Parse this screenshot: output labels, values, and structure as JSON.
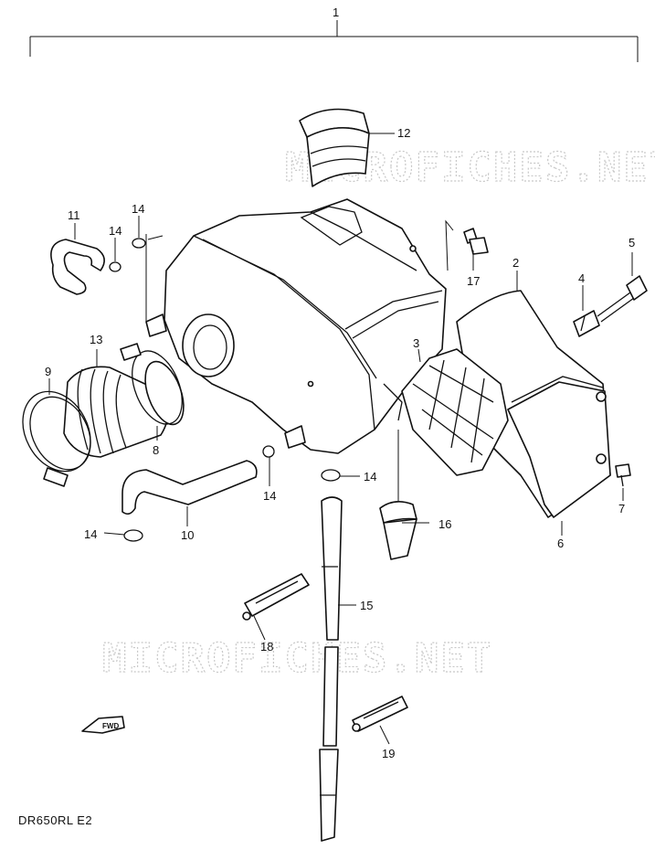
{
  "diagram": {
    "model_code": "DR650RL  E2",
    "watermark": "MICROFICHES.NET",
    "fwd_label": "FWD",
    "callouts": [
      "1",
      "2",
      "3",
      "4",
      "5",
      "6",
      "7",
      "8",
      "9",
      "10",
      "11",
      "12",
      "13",
      "14",
      "14",
      "14",
      "14",
      "14",
      "15",
      "16",
      "17",
      "18",
      "19"
    ]
  }
}
